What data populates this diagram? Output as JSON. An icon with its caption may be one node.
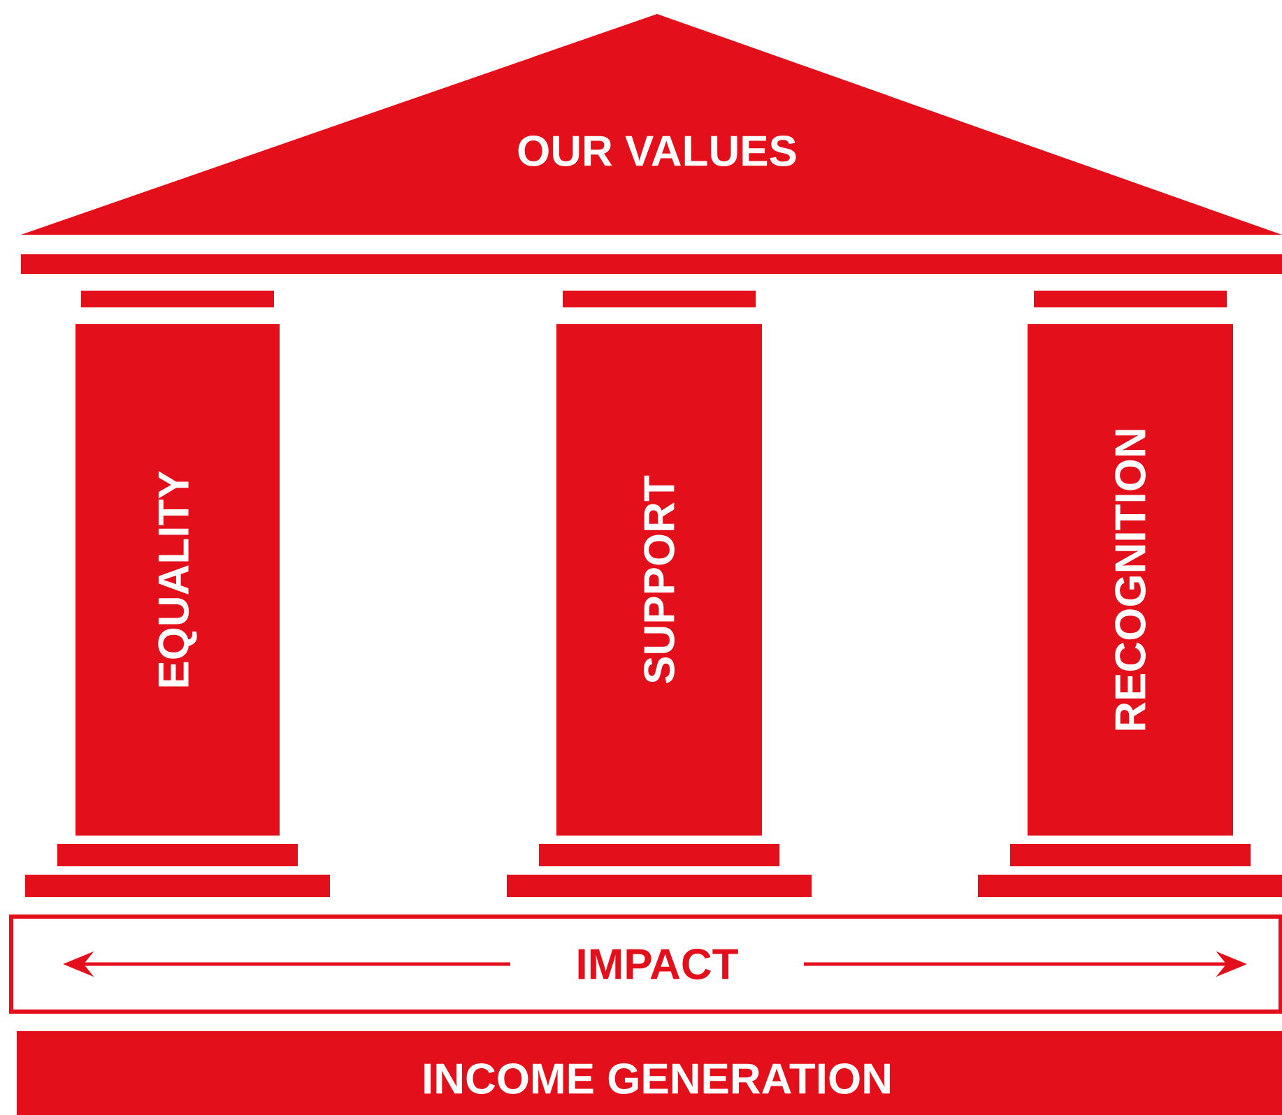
{
  "diagram": {
    "nodes": [
      {
        "text": [
          "OUR VALUES"
        ]
      },
      {
        "text": [
          "EQUALITY"
        ]
      },
      {
        "text": [
          "SUPPORT"
        ]
      },
      {
        "text": [
          "RECOGNITION"
        ]
      },
      {
        "text": [
          "IMPACT"
        ]
      },
      {
        "text": [
          "INCOME GENERATION"
        ]
      }
    ]
  }
}
